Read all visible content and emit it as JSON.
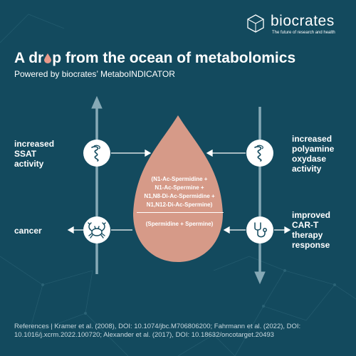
{
  "brand": {
    "name": "biocrates",
    "tagline": "The future of research and health"
  },
  "header": {
    "title_part1": "A dr",
    "title_part2": "p from the ocean of metabolomics",
    "subtitle": "Powered by biocrates’ MetaboINDICATOR"
  },
  "left_labels": {
    "ssat": [
      "increased",
      "SSAT",
      "activity"
    ],
    "cancer": "cancer"
  },
  "right_labels": {
    "oxidase": [
      "increased",
      "polyamine",
      "oxydase",
      "activity"
    ],
    "cart": [
      "improved",
      "CAR-T",
      "therapy",
      "response"
    ]
  },
  "formula": {
    "numerator": [
      "(N1-Ac-Spermidine +",
      "N1-Ac-Spermine +",
      "N1,N8-Di-Ac-Spermidine +",
      "N1,N12-Di-Ac-Spermine)"
    ],
    "denominator": "(Spermidine + Spermine)"
  },
  "icons": {
    "ssat_icon": "protein-coil-icon",
    "oxidase_icon": "protein-coil-icon",
    "cancer_icon": "crab-icon",
    "cart_icon": "stethoscope-icon"
  },
  "arrows": {
    "left_axis_direction": "up",
    "right_axis_direction": "down"
  },
  "references": "References | Kramer et al. (2008), DOI: 10.1074/jbc.M706806200;  Fahrmann et al. (2022), DOI: 10.1016/j.xcrm.2022.100720; Alexander et al. (2017), DOI: 10.18632/oncotarget.20493",
  "colors": {
    "background": "#134a5e",
    "drop": "#d69a88",
    "arrow": "#86a9b6",
    "accent_drop": "#e8998a",
    "icon_stroke": "#134a5e"
  }
}
